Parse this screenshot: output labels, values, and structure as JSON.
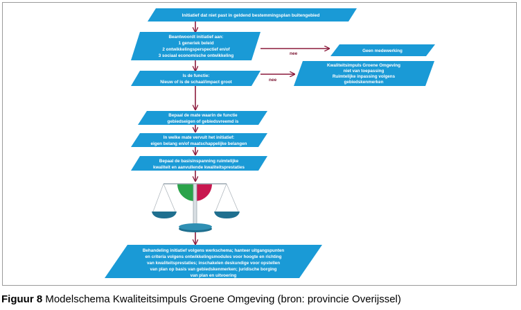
{
  "boxes": {
    "top": "Initiatief dat niet past in geldend bestemmingsplan buitengebied",
    "q1": [
      "Beantwoordt initiatief aan:",
      "1 generiek beleid",
      "2 ontwikkelingsperspectief en/of",
      "3 sociaal economische ontwikkeling"
    ],
    "q2": [
      "Is de functie:",
      "Nieuw of is de schaal/impact groot"
    ],
    "no_cooperation": "Geen medewerking",
    "not_applicable": [
      "Kwaliteitsimpuls Groene Omgeving",
      "niet van toepassing",
      "Ruimtelijke inpassing volgens",
      "gebiedskenmerken"
    ],
    "step3": [
      "Bepaal de mate waarin de functie",
      "gebiedseigen of gebiedsvreemd is"
    ],
    "step4": [
      "In welke mate vervult het initiatief:",
      "eigen belang en/of maatschappelijke belangen"
    ],
    "step5": [
      "Bepaal de basisinspanning ruimtelijke",
      "kwaliteit en aanvullende kwaliteitsprestaties"
    ],
    "bottom": [
      "Behandeling initiatief volgens werkschema; hanteer uitgangspunten",
      "en criteria volgens ontwikkelingsmodules voor hoogte en richting",
      "van kwaliteitsprestaties; inschakelen deskundige voor opstellen",
      "van plan op basis van gebiedskenmerken; juridische borging",
      "van plan en uitvoering"
    ]
  },
  "labels": {
    "nee1": "nee",
    "nee2": "nee"
  },
  "caption": {
    "figure": "Figuur 8",
    "text": "Modelschema Kwaliteitsimpuls Groene Omgeving (bron: provincie Overijssel)"
  },
  "colors": {
    "box": "#1a9ad6",
    "arrow": "#8b1a3c",
    "scale_green": "#2aa34a",
    "scale_red": "#c8174f",
    "pan": "#1f6f8f"
  }
}
